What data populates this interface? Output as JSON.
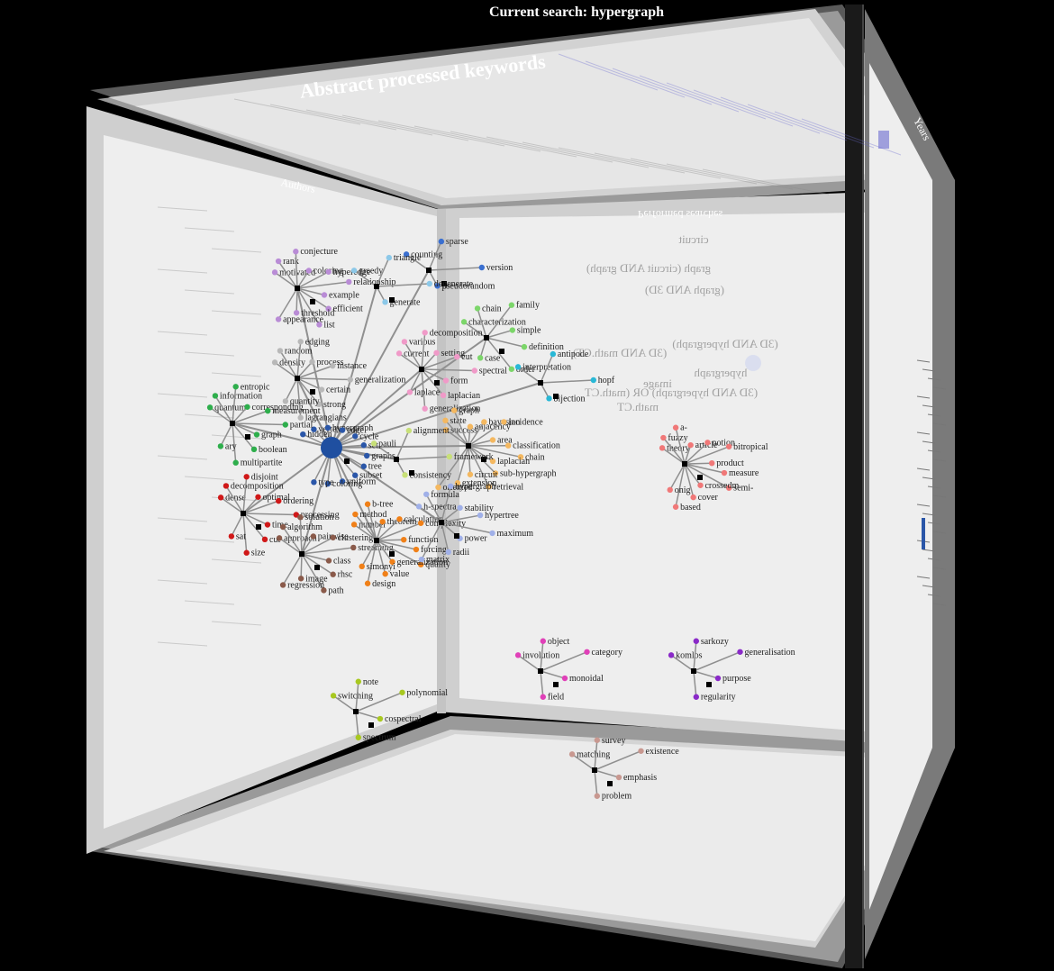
{
  "header": {
    "current_search": "Current search: hypergraph"
  },
  "panels": {
    "top_title": "Abstract processed keywords",
    "left_title": "Authors",
    "back_title": "Performed searches",
    "right_title": "Years"
  },
  "performed_searches": [
    "circuit",
    "graph (circuit AND graph)",
    "(graph AND 3D)",
    "(3D AND hypergraph)",
    "(3D AND math.CT)",
    "hypergraph",
    "image",
    "(3D AND hypergraph) OR (math.CT",
    "math.CT"
  ],
  "colors": {
    "background": "#000000",
    "panel": "#ececec",
    "frame": "#bdbdbd",
    "hub": "#1f4fa0",
    "edge": "#8f8f8f"
  },
  "clusters": [
    {
      "id": "hub",
      "color": "#2a56a8",
      "words": [
        "hidden",
        "vertex",
        "hypergraph",
        "edge",
        "cycle",
        "set",
        "graphs",
        "tree",
        "subset",
        "uniform",
        "coloring",
        "type"
      ]
    },
    {
      "id": "motivated",
      "color": "#b98cd6",
      "words": [
        "motivated",
        "rank",
        "conjecture",
        "coloring",
        "hyperedge",
        "relationship",
        "example",
        "efficient",
        "list",
        "threshold",
        "appearance"
      ]
    },
    {
      "id": "counting",
      "color": "#3a6fd0",
      "words": [
        "counting",
        "sparse",
        "version",
        "pseudorandom"
      ]
    },
    {
      "id": "greedy",
      "color": "#8cc8e8",
      "words": [
        "greedy",
        "triangle",
        "degenerate",
        "generate"
      ]
    },
    {
      "id": "family",
      "color": "#7cd66a",
      "words": [
        "characterization",
        "chain",
        "family",
        "simple",
        "definition",
        "order",
        "case"
      ]
    },
    {
      "id": "current",
      "color": "#f09ac8",
      "words": [
        "current",
        "various",
        "decomposition",
        "setting",
        "cut",
        "spectral",
        "form",
        "laplacian",
        "generalization",
        "laplace"
      ]
    },
    {
      "id": "interp",
      "color": "#29b8d6",
      "words": [
        "interpretation",
        "antipode",
        "hopf",
        "bijection"
      ]
    },
    {
      "id": "quantum",
      "color": "#2eae4c",
      "words": [
        "quantum",
        "information",
        "entropic",
        "corresponding",
        "measurement",
        "partial",
        "graph",
        "boolean",
        "multipartite",
        "ary"
      ]
    },
    {
      "id": "density",
      "color": "#b8b8b8",
      "words": [
        "density",
        "random",
        "edging",
        "process",
        "instance",
        "generalization",
        "certain",
        "strong",
        "lagrangians",
        "quantity"
      ]
    },
    {
      "id": "success",
      "color": "#f4b860",
      "words": [
        "success",
        "state",
        "graph",
        "adjacency",
        "bayesian",
        "incidence",
        "area",
        "classification",
        "chain",
        "laplacian",
        "sub-hypergraph",
        "retrieval",
        "circuit",
        "extension",
        "oriented"
      ]
    },
    {
      "id": "pauli",
      "color": "#c8e078",
      "words": [
        "pauli",
        "alignment",
        "framework",
        "consistency"
      ]
    },
    {
      "id": "dense",
      "color": "#d01818",
      "words": [
        "dense",
        "decomposition",
        "disjoint",
        "optimal",
        "ordering",
        "processing",
        "time",
        "cut",
        "size",
        "sat"
      ]
    },
    {
      "id": "approach",
      "color": "#8a5a4a",
      "words": [
        "approach",
        "algorithm",
        "solution",
        "pairwise",
        "clustering",
        "streaming",
        "class",
        "rhsc",
        "path",
        "image",
        "regression"
      ]
    },
    {
      "id": "number",
      "color": "#f08018",
      "words": [
        "number",
        "method",
        "b-tree",
        "theorem",
        "calculation",
        "complexity",
        "function",
        "forcing",
        "quality",
        "generalization",
        "value",
        "design",
        "simonyi"
      ]
    },
    {
      "id": "hspectra",
      "color": "#a0b0e8",
      "words": [
        "h-spectra",
        "formula",
        "hypergraph",
        "stability",
        "hypertree",
        "maximum",
        "power",
        "radii",
        "matrix"
      ]
    },
    {
      "id": "theory",
      "color": "#f07878",
      "words": [
        "theory",
        "fuzzy",
        "a-",
        "article",
        "notion",
        "bitropical",
        "product",
        "measure",
        "semi-",
        "crossedm",
        "cover",
        "based",
        "onig"
      ]
    },
    {
      "id": "involution",
      "color": "#e040b8",
      "words": [
        "involution",
        "object",
        "category",
        "monoidal",
        "field"
      ]
    },
    {
      "id": "komlos",
      "color": "#8a2ac8",
      "words": [
        "komlos",
        "sarkozy",
        "generalisation",
        "purpose",
        "regularity"
      ]
    },
    {
      "id": "switching",
      "color": "#a8c820",
      "words": [
        "switching",
        "note",
        "polynomial",
        "cospectral",
        "spectrum"
      ]
    },
    {
      "id": "matching",
      "color": "#c89890",
      "words": [
        "matching",
        "survey",
        "existence",
        "emphasis",
        "problem"
      ]
    }
  ]
}
